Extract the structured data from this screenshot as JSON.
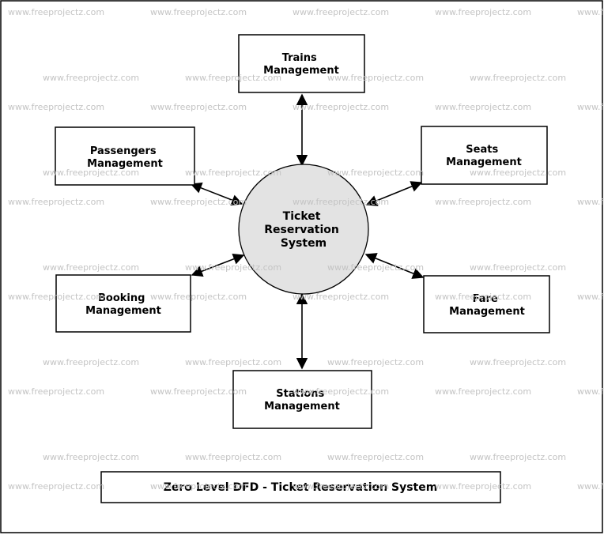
{
  "watermark": "www.freeprojectz.com",
  "center": {
    "lines": [
      "Ticket",
      "Reservation",
      "System"
    ]
  },
  "entities": {
    "trains": [
      "Trains",
      "Management"
    ],
    "passengers": [
      "Passengers",
      "Management"
    ],
    "seats": [
      "Seats",
      "Management"
    ],
    "booking": [
      "Booking",
      "Management"
    ],
    "fare": [
      "Fare",
      "Management"
    ],
    "stations": [
      "Stations",
      "Management"
    ]
  },
  "caption": "Zero Level DFD - Ticket Reservation System",
  "colors": {
    "center_fill": "#e3e3e3",
    "stroke": "#000000",
    "watermark": "#c4c4c4"
  }
}
